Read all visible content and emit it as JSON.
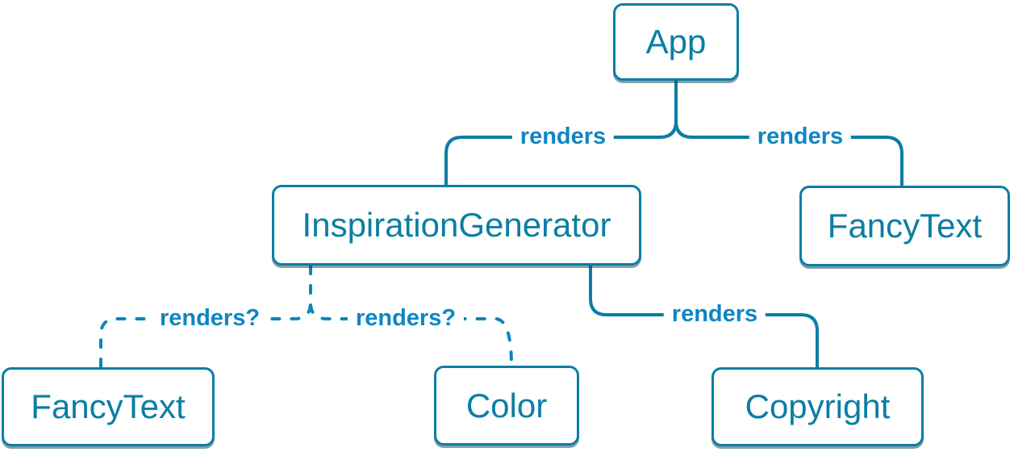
{
  "diagram": {
    "description": "React component render tree",
    "nodes": [
      {
        "id": "app",
        "label": "App"
      },
      {
        "id": "inspiration-generator",
        "label": "InspirationGenerator"
      },
      {
        "id": "fancy-text-top",
        "label": "FancyText"
      },
      {
        "id": "fancy-text-bottom",
        "label": "FancyText"
      },
      {
        "id": "color",
        "label": "Color"
      },
      {
        "id": "copyright",
        "label": "Copyright"
      }
    ],
    "edges": [
      {
        "from": "app",
        "to": "inspiration-generator",
        "label": "renders",
        "style": "solid"
      },
      {
        "from": "app",
        "to": "fancy-text-top",
        "label": "renders",
        "style": "solid"
      },
      {
        "from": "inspiration-generator",
        "to": "copyright",
        "label": "renders",
        "style": "solid"
      },
      {
        "from": "inspiration-generator",
        "to": "fancy-text-bottom",
        "label": "renders?",
        "style": "dashed"
      },
      {
        "from": "inspiration-generator",
        "to": "color",
        "label": "renders?",
        "style": "dashed"
      }
    ]
  },
  "theme": {
    "background": "#ffffff",
    "node_fill": "#ffffff",
    "node_border": "#0a7ea4",
    "node_text": "#0a7ea4",
    "node_shadow": "rgba(10,61,84,0.5)",
    "edge_solid": "#0a7ea4",
    "edge_dashed": "#0b85bd",
    "edge_label": "#0d86c3"
  }
}
